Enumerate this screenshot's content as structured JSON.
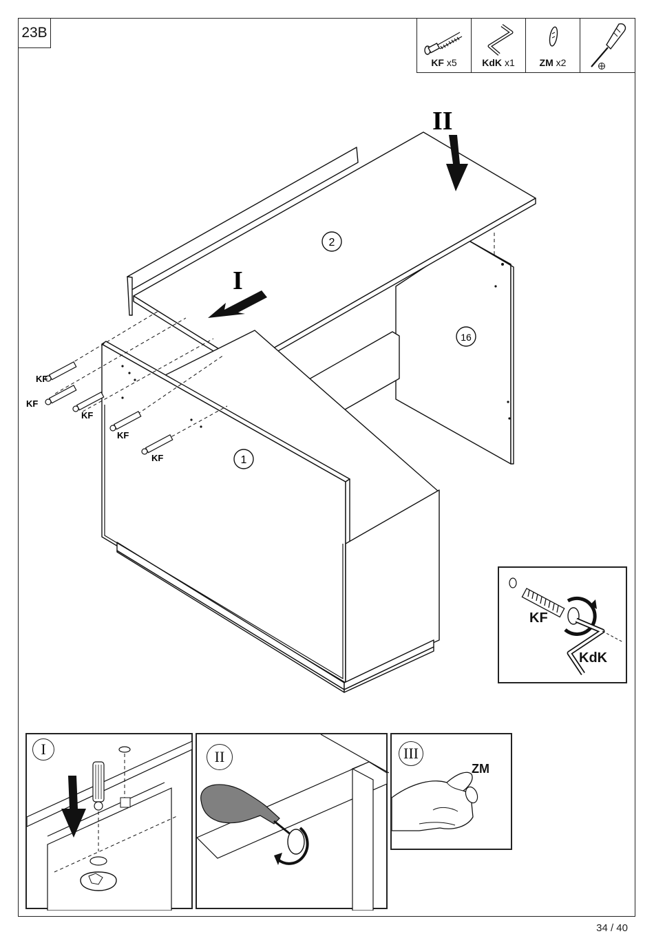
{
  "step": {
    "label": "23B"
  },
  "parts": [
    {
      "code": "KF",
      "qty": "x5",
      "icon": "cam-bolt-icon"
    },
    {
      "code": "KdK",
      "qty": "x1",
      "icon": "hex-key-icon"
    },
    {
      "code": "ZM",
      "qty": "x2",
      "icon": "cover-cap-icon"
    },
    {
      "code": "",
      "qty": "",
      "icon": "phillips-screwdriver-icon"
    }
  ],
  "main": {
    "arrow_i": "I",
    "arrow_ii": "II",
    "panel_labels": [
      "2",
      "16",
      "1"
    ],
    "kf_label": "KF"
  },
  "inset": {
    "kf": "KF",
    "kdk": "KdK"
  },
  "details": [
    {
      "label": "I"
    },
    {
      "label": "II"
    },
    {
      "label": "III",
      "callout": "ZM"
    }
  ],
  "page": {
    "number": "34 / 40"
  }
}
